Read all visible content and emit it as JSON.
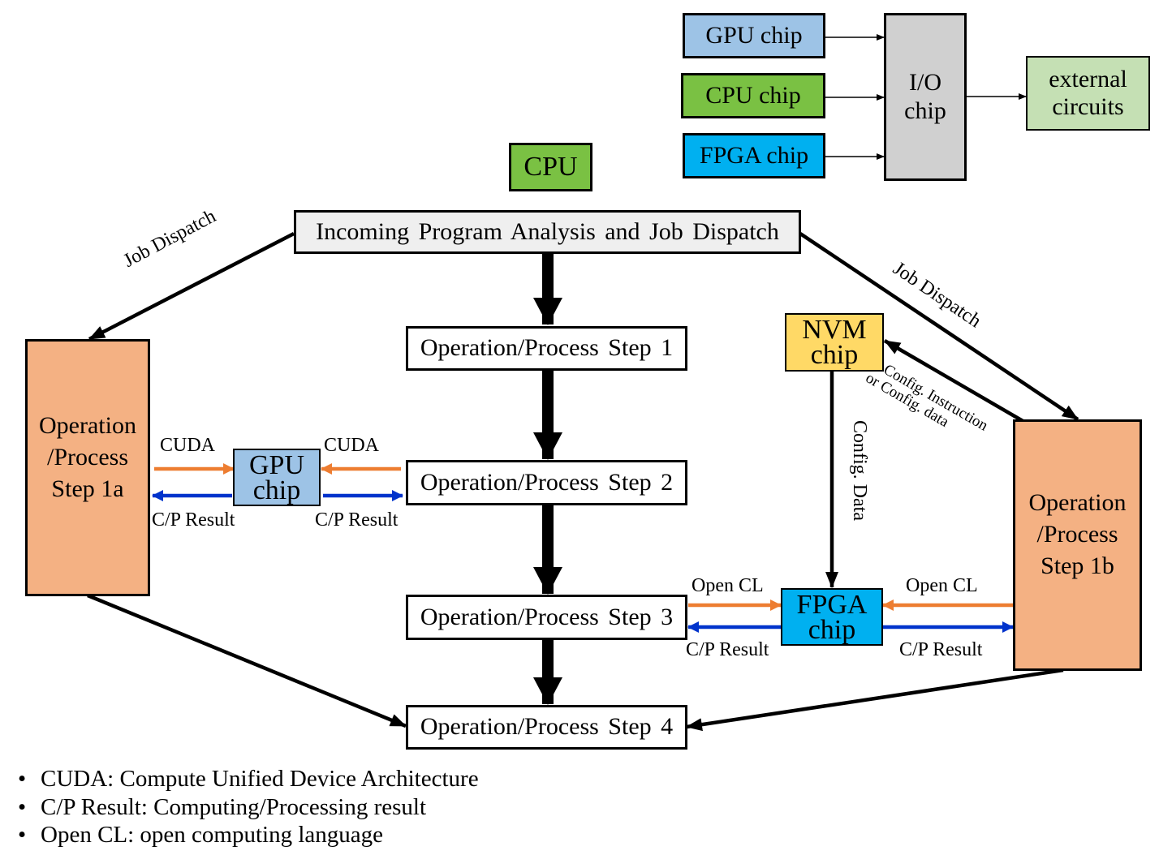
{
  "top_chips": {
    "gpu": "GPU chip",
    "cpu": "CPU chip",
    "fpga": "FPGA chip",
    "io": "I/O chip",
    "external": "external circuits"
  },
  "cpu_label": "CPU",
  "dispatch_box": "Incoming Program Analysis and Job Dispatch",
  "steps": {
    "s1": "Operation/Process Step 1",
    "s2": "Operation/Process Step 2",
    "s3": "Operation/Process Step 3",
    "s4": "Operation/Process Step 4",
    "s1a": "Operation /Process Step 1a",
    "s1b": "Operation /Process Step 1b"
  },
  "chips": {
    "gpu": "GPU chip",
    "nvm": "NVM chip",
    "fpga": "FPGA chip"
  },
  "edge_labels": {
    "job_dispatch_left": "Job Dispatch",
    "job_dispatch_right": "Job Dispatch",
    "cuda_left": "CUDA",
    "cuda_right": "CUDA",
    "cp_result_gpu_left": "C/P Result",
    "cp_result_gpu_right": "C/P Result",
    "open_cl_left": "Open CL",
    "open_cl_right": "Open CL",
    "cp_result_fpga_left": "C/P Result",
    "cp_result_fpga_right": "C/P Result",
    "config_data": "Config. Data",
    "config_instruction_line1": "Config. Instruction",
    "config_instruction_line2": "or Config. data"
  },
  "legend": [
    "CUDA: Compute Unified Device Architecture",
    "C/P Result: Computing/Processing result",
    "Open CL: open computing language"
  ],
  "colors": {
    "gpu_blue": "#9dc3e6",
    "cpu_green": "#7ac143",
    "fpga_blue": "#00b0f0",
    "io_gray": "#d0d0d0",
    "external_green": "#c5e0b4",
    "dispatch_gray": "#efefef",
    "step_orange": "#f4b183",
    "nvm_yellow": "#ffd966",
    "cuda_orange": "#ed7d31",
    "result_blue": "#0033cc"
  }
}
